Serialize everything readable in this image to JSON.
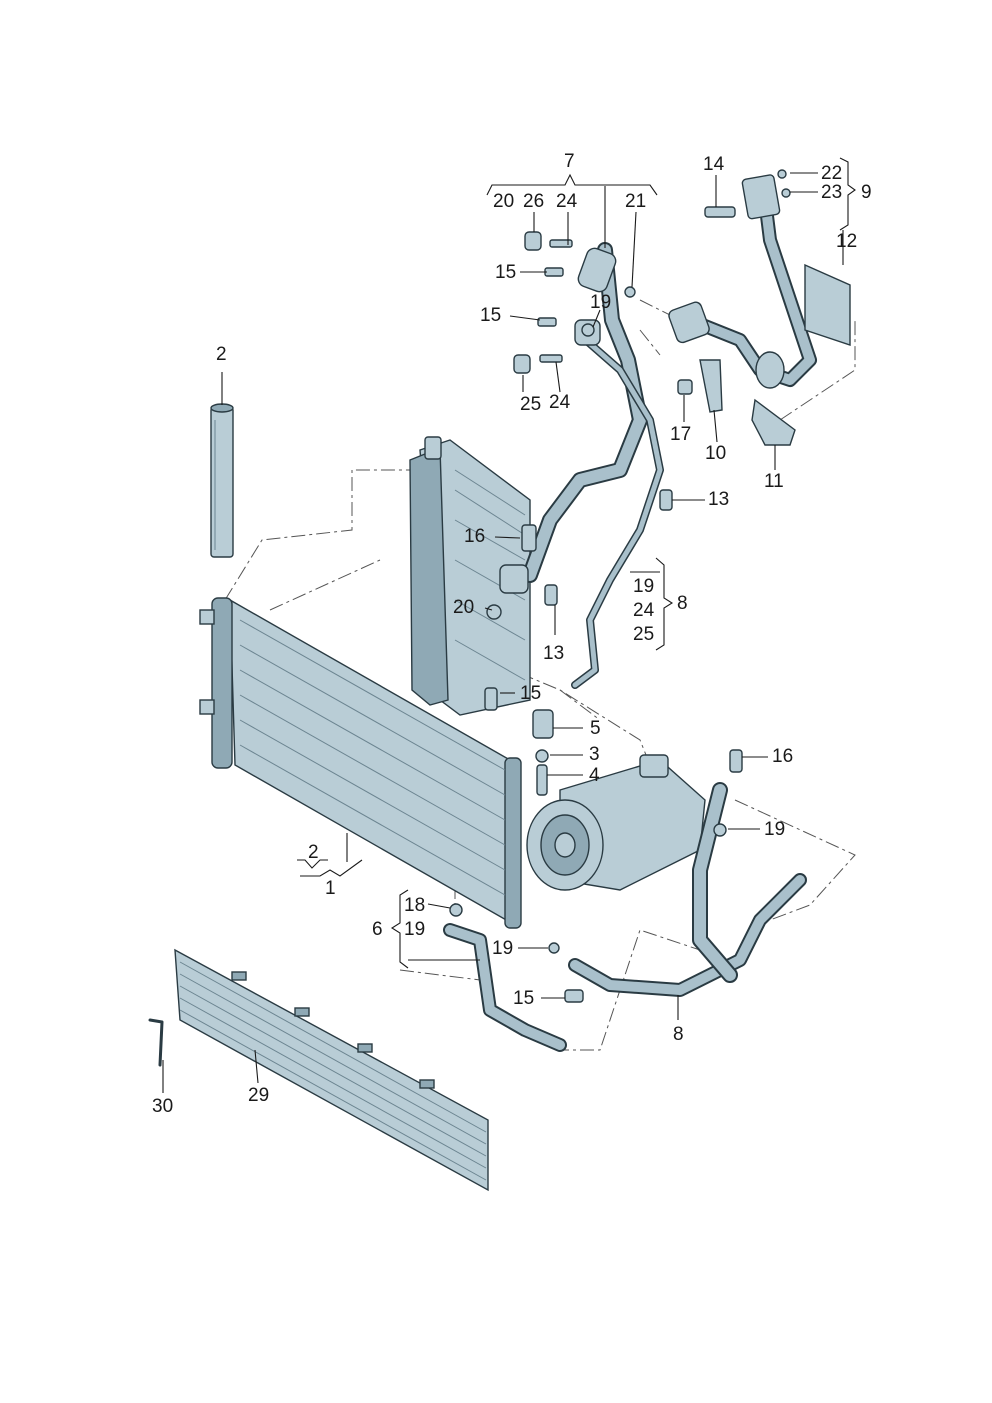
{
  "callouts": [
    {
      "id": "c7",
      "text": "7"
    },
    {
      "id": "c20a",
      "text": "20"
    },
    {
      "id": "c26",
      "text": "26"
    },
    {
      "id": "c24a",
      "text": "24"
    },
    {
      "id": "c21",
      "text": "21"
    },
    {
      "id": "c15a",
      "text": "15"
    },
    {
      "id": "c15b",
      "text": "15"
    },
    {
      "id": "c19a",
      "text": "19"
    },
    {
      "id": "c25a",
      "text": "25"
    },
    {
      "id": "c24b",
      "text": "24"
    },
    {
      "id": "c14",
      "text": "14"
    },
    {
      "id": "c22",
      "text": "22"
    },
    {
      "id": "c23",
      "text": "23"
    },
    {
      "id": "c9",
      "text": "9"
    },
    {
      "id": "c12",
      "text": "12"
    },
    {
      "id": "c17",
      "text": "17"
    },
    {
      "id": "c10",
      "text": "10"
    },
    {
      "id": "c11",
      "text": "11"
    },
    {
      "id": "c13a",
      "text": "13"
    },
    {
      "id": "c2top",
      "text": "2"
    },
    {
      "id": "c16a",
      "text": "16"
    },
    {
      "id": "c19b",
      "text": "19"
    },
    {
      "id": "c24c",
      "text": "24"
    },
    {
      "id": "c25b",
      "text": "25"
    },
    {
      "id": "c8a",
      "text": "8"
    },
    {
      "id": "c20b",
      "text": "20"
    },
    {
      "id": "c13b",
      "text": "13"
    },
    {
      "id": "c15c",
      "text": "15"
    },
    {
      "id": "c5",
      "text": "5"
    },
    {
      "id": "c3",
      "text": "3"
    },
    {
      "id": "c4",
      "text": "4"
    },
    {
      "id": "c16b",
      "text": "16"
    },
    {
      "id": "c19c",
      "text": "19"
    },
    {
      "id": "c2b",
      "text": "2"
    },
    {
      "id": "c1",
      "text": "1"
    },
    {
      "id": "c18",
      "text": "18"
    },
    {
      "id": "c6",
      "text": "6"
    },
    {
      "id": "c19d",
      "text": "19"
    },
    {
      "id": "c19e",
      "text": "19"
    },
    {
      "id": "c15d",
      "text": "15"
    },
    {
      "id": "c8b",
      "text": "8"
    },
    {
      "id": "c30",
      "text": "30"
    },
    {
      "id": "c29",
      "text": "29"
    }
  ],
  "colors": {
    "part_fill": "#b9cdd6",
    "part_dark": "#8fa9b5",
    "outline": "#2a3b43",
    "label": "#1a1a1a",
    "background": "#ffffff"
  }
}
